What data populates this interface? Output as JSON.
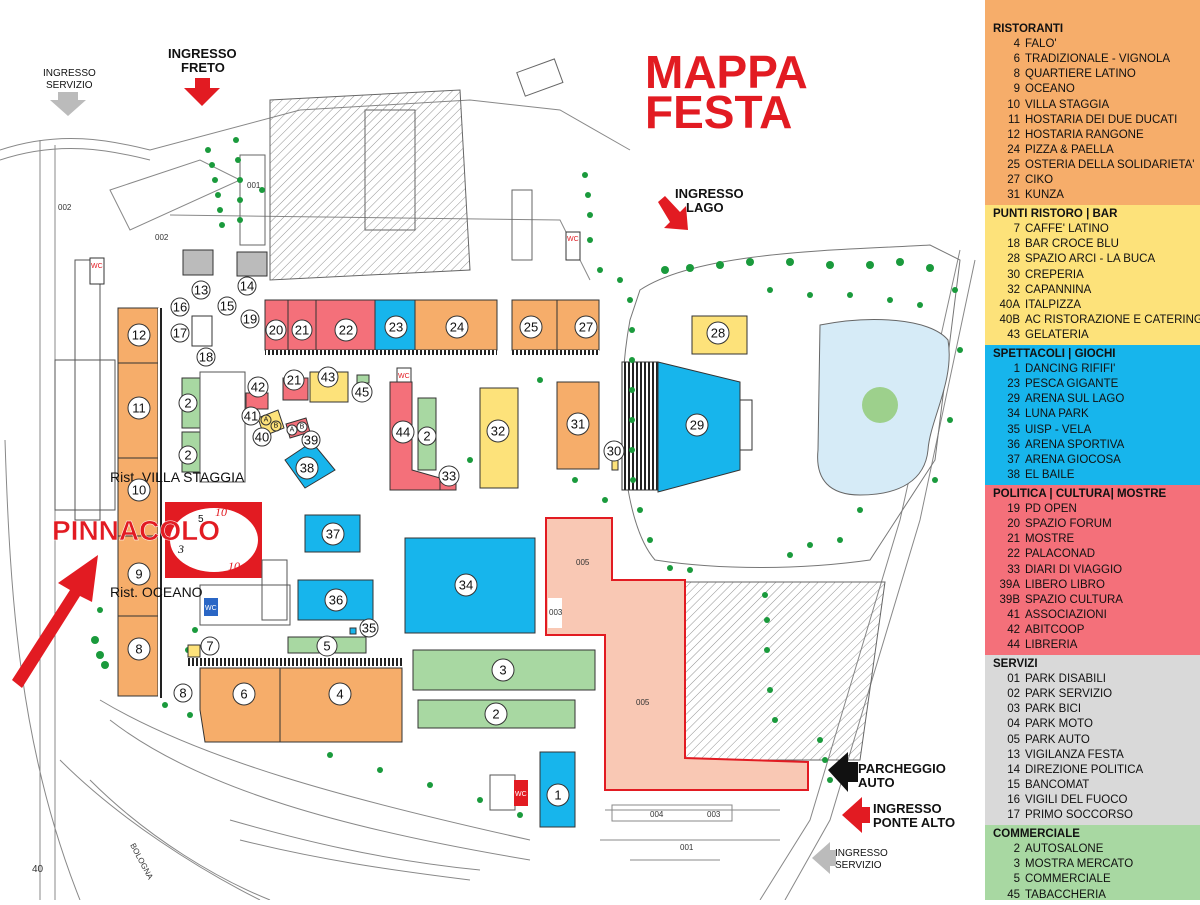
{
  "title": {
    "line1": "MAPPA",
    "line2": "FESTA"
  },
  "page_number": "40",
  "entrances": {
    "servizio_top": [
      "INGRESSO",
      "SERVIZIO"
    ],
    "freto": [
      "INGRESSO",
      "FRETO"
    ],
    "lago": [
      "INGRESSO",
      "LAGO"
    ],
    "parcheggio": [
      "PARCHEGGIO",
      "AUTO"
    ],
    "ponte_alto": [
      "INGRESSO",
      "PONTE ALTO"
    ],
    "servizio_bottom": [
      "INGRESSO",
      "SERVIZIO"
    ]
  },
  "labels": {
    "pinnacolo": "PINNACOLO",
    "villa_staggia": "Rist. VILLA STAGGIA",
    "oceano": "Rist. OCEANO",
    "road": "BOLOGNA",
    "zones": {
      "z001a": "001",
      "z002a": "002",
      "z002b": "002",
      "z003a": "003",
      "z003b": "003",
      "z004": "004",
      "z005a": "005",
      "z005b": "005",
      "z001b": "001"
    },
    "wc": "WC",
    "playing_card": {
      "ten": "10",
      "ten_b": "10",
      "three": "3",
      "five": "5"
    }
  },
  "map_numbers": {
    "n12": "12",
    "n11": "11",
    "n10": "10",
    "n9": "9",
    "n8": "8",
    "n8b": "8",
    "n13": "13",
    "n14": "14",
    "n15": "15",
    "n16": "16",
    "n17": "17",
    "n18": "18",
    "n19": "19",
    "n20": "20",
    "n21": "21",
    "n22": "22",
    "n23": "23",
    "n24": "24",
    "n25": "25",
    "n27": "27",
    "n28": "28",
    "n2a": "2",
    "n2b": "2",
    "n2c": "2",
    "n2d": "2",
    "n42": "42",
    "n21b": "21",
    "n43": "43",
    "n45": "45",
    "n41": "41",
    "n40": "40",
    "n39": "39",
    "n38": "38",
    "n44": "44",
    "n32": "32",
    "n31": "31",
    "n30": "30",
    "n29": "29",
    "n33": "33",
    "n37": "37",
    "n36": "36",
    "n35": "35",
    "n34": "34",
    "n7": "7",
    "n5": "5",
    "n6": "6",
    "n4": "4",
    "n3": "3",
    "n1": "1",
    "n39a": "A",
    "n39b": "B",
    "n40a": "A",
    "n40b": "B"
  },
  "legend": {
    "ristoranti": {
      "title": "RISTORANTI",
      "color": "#f6ad6a",
      "items": [
        {
          "num": "4",
          "name": "FALO'"
        },
        {
          "num": "6",
          "name": "TRADIZIONALE - VIGNOLA"
        },
        {
          "num": "8",
          "name": "QUARTIERE LATINO"
        },
        {
          "num": "9",
          "name": "OCEANO"
        },
        {
          "num": "10",
          "name": "VILLA STAGGIA"
        },
        {
          "num": "11",
          "name": "HOSTARIA DEI DUE DUCATI"
        },
        {
          "num": "12",
          "name": "HOSTARIA RANGONE"
        },
        {
          "num": "24",
          "name": "PIZZA & PAELLA"
        },
        {
          "num": "25",
          "name": "OSTERIA DELLA SOLIDARIETA'"
        },
        {
          "num": "27",
          "name": "CIKO"
        },
        {
          "num": "31",
          "name": "KUNZA"
        }
      ]
    },
    "punti": {
      "title": "PUNTI RISTORO | BAR",
      "color": "#fde27a",
      "items": [
        {
          "num": "7",
          "name": "CAFFE' LATINO"
        },
        {
          "num": "18",
          "name": "BAR CROCE BLU"
        },
        {
          "num": "28",
          "name": "SPAZIO ARCI - LA BUCA"
        },
        {
          "num": "30",
          "name": "CREPERIA"
        },
        {
          "num": "32",
          "name": "CAPANNINA"
        },
        {
          "num": "40A",
          "name": "ITALPIZZA"
        },
        {
          "num": "40B",
          "name": "AC RISTORAZIONE E CATERING"
        },
        {
          "num": "43",
          "name": "GELATERIA"
        }
      ]
    },
    "spettacoli": {
      "title": "SPETTACOLI | GIOCHI",
      "color": "#17b5ec",
      "items": [
        {
          "num": "1",
          "name": "DANCING RIFIFI'"
        },
        {
          "num": "23",
          "name": "PESCA GIGANTE"
        },
        {
          "num": "29",
          "name": "ARENA SUL LAGO"
        },
        {
          "num": "34",
          "name": "LUNA PARK"
        },
        {
          "num": "35",
          "name": "UISP - VELA"
        },
        {
          "num": "36",
          "name": "ARENA SPORTIVA"
        },
        {
          "num": "37",
          "name": "ARENA GIOCOSA"
        },
        {
          "num": "38",
          "name": "EL BAILE"
        }
      ]
    },
    "politica": {
      "title": "POLITICA | CULTURA| MOSTRE",
      "color": "#f4707a",
      "items": [
        {
          "num": "19",
          "name": "PD OPEN"
        },
        {
          "num": "20",
          "name": "SPAZIO FORUM"
        },
        {
          "num": "21",
          "name": "MOSTRE"
        },
        {
          "num": "22",
          "name": "PALACONAD"
        },
        {
          "num": "33",
          "name": "DIARI DI VIAGGIO"
        },
        {
          "num": "39A",
          "name": "LIBERO LIBRO"
        },
        {
          "num": "39B",
          "name": "SPAZIO CULTURA"
        },
        {
          "num": "41",
          "name": "ASSOCIAZIONI"
        },
        {
          "num": "42",
          "name": "ABITCOOP"
        },
        {
          "num": "44",
          "name": "LIBRERIA"
        }
      ]
    },
    "servizi": {
      "title": "SERVIZI",
      "color": "#d9d9d9",
      "items": [
        {
          "num": "01",
          "name": "PARK DISABILI"
        },
        {
          "num": "02",
          "name": "PARK SERVIZIO"
        },
        {
          "num": "03",
          "name": "PARK BICI"
        },
        {
          "num": "04",
          "name": "PARK MOTO"
        },
        {
          "num": "05",
          "name": "PARK AUTO"
        },
        {
          "num": "13",
          "name": "VIGILANZA FESTA"
        },
        {
          "num": "14",
          "name": "DIREZIONE POLITICA"
        },
        {
          "num": "15",
          "name": "BANCOMAT"
        },
        {
          "num": "16",
          "name": "VIGILI DEL FUOCO"
        },
        {
          "num": "17",
          "name": "PRIMO SOCCORSO"
        }
      ]
    },
    "commerciale": {
      "title": "COMMERCIALE",
      "color": "#a8d8a2",
      "items": [
        {
          "num": "2",
          "name": "AUTOSALONE"
        },
        {
          "num": "3",
          "name": "MOSTRA MERCATO"
        },
        {
          "num": "5",
          "name": "COMMERCIALE"
        },
        {
          "num": "45",
          "name": "TABACCHERIA"
        }
      ]
    }
  }
}
